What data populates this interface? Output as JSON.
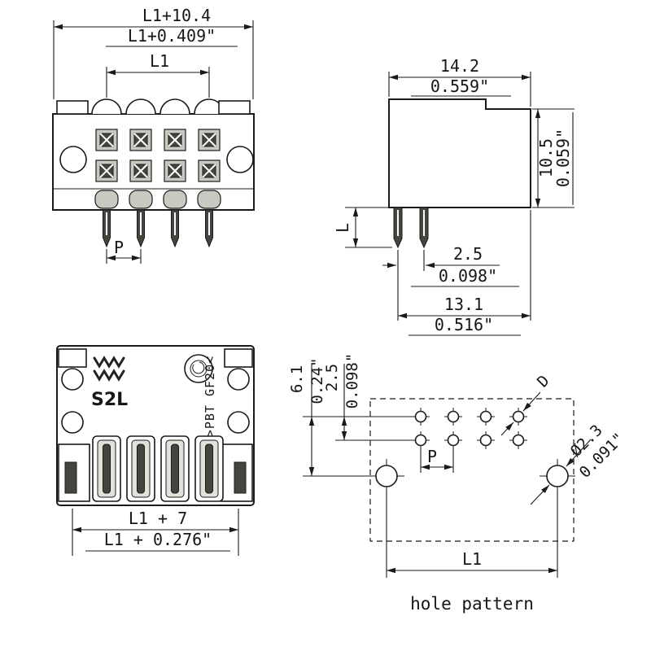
{
  "drawing": {
    "front_view": {
      "dim_overall_mm": "L1+10.4",
      "dim_overall_in": "L1+0.409\"",
      "dim_span": "L1",
      "dim_pitch": "P"
    },
    "side_view": {
      "dim_width_mm": "14.2",
      "dim_width_in": "0.559\"",
      "dim_height_mm": "10.5",
      "dim_height_in": "0.059\"",
      "dim_pin_length": "L",
      "dim_row_mm": "2.5",
      "dim_row_in": "0.098\"",
      "dim_depth_mm": "13.1",
      "dim_depth_in": "0.516\""
    },
    "bottom_view": {
      "product_label": "S2L",
      "material_label": ">PBT GF20<",
      "dim_mm": "L1 + 7",
      "dim_in": "L1 + 0.276\""
    },
    "hole_pattern": {
      "caption": "hole pattern",
      "dim_v1_mm": "6.1",
      "dim_v1_in": "0.24\"",
      "dim_v2_mm": "2.5",
      "dim_v2_in": "0.098\"",
      "dim_pitch": "P",
      "dim_span": "L1",
      "dia_label": "D",
      "dia_mm": "Ø2.3",
      "dia_in": "0.091\""
    }
  },
  "colors": {
    "line": "#1a1a1a",
    "fill_dark": "#45453f",
    "fill_mid": "#c9c9c1",
    "fill_light": "#e2e2da"
  }
}
